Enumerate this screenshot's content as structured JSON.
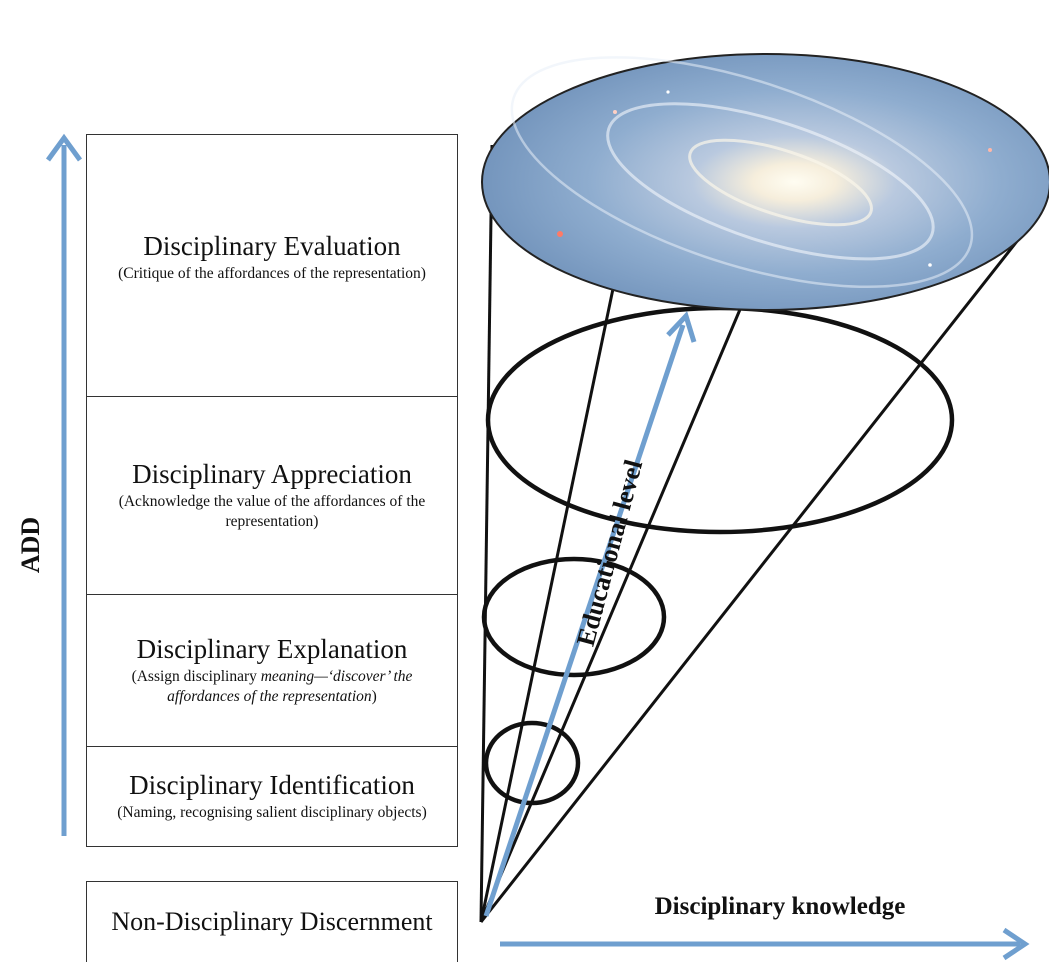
{
  "axes": {
    "vertical_label": "ADD",
    "horizontal_label": "Disciplinary knowledge",
    "cone_label": "Educational level",
    "arrow_color": "#6f9fcf"
  },
  "levels": [
    {
      "title": "Disciplinary Evaluation",
      "desc": "(Critique of the affordances of the representation)"
    },
    {
      "title": "Disciplinary Appreciation",
      "desc": "(Acknowledge the value of the affordances of the representation)"
    },
    {
      "title": "Disciplinary Explanation",
      "desc_pre": "(Assign disciplinary ",
      "desc_italic": "meaning—‘discover’ the affordances of the representation",
      "desc_post": ")"
    },
    {
      "title": "Disciplinary Identification",
      "desc": "(Naming, recognising salient disciplinary objects)"
    },
    {
      "title": "Non-Disciplinary Discernment"
    }
  ],
  "image": {
    "top_ellipse": "galaxy-image"
  }
}
